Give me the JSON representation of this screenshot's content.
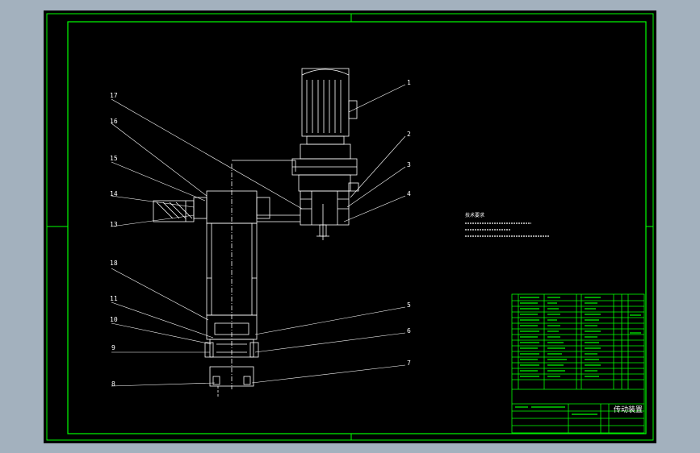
{
  "drawing": {
    "title": "传动装置",
    "tech_notes_title": "技术要求",
    "leader_labels": [
      "1",
      "2",
      "3",
      "4",
      "5",
      "6",
      "7",
      "8",
      "9",
      "10",
      "11",
      "13",
      "14",
      "15",
      "16",
      "17",
      "18"
    ],
    "bom_rows": 15
  },
  "colors": {
    "background": "#a3b1be",
    "viewport": "#000000",
    "frame": "#00ff00",
    "line": "#ffffff"
  }
}
